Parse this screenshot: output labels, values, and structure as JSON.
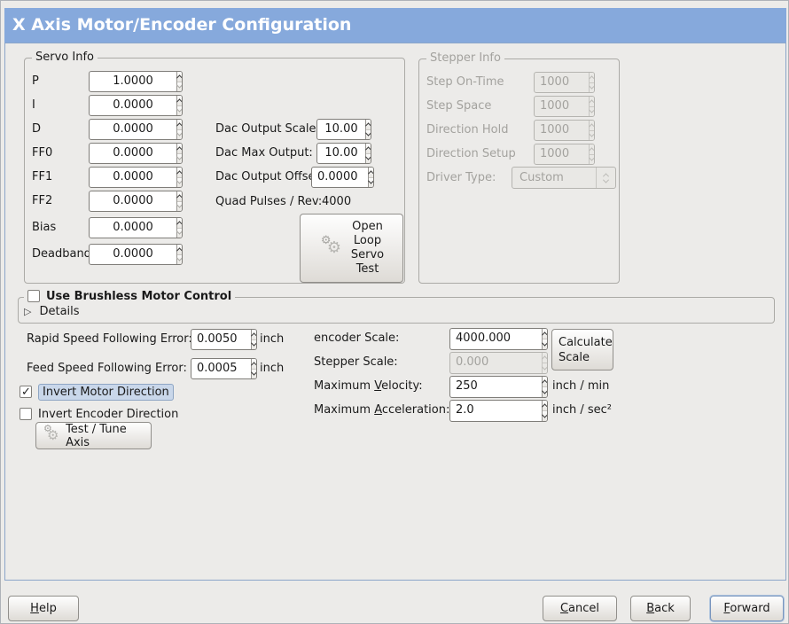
{
  "title": "X Axis Motor/Encoder Configuration",
  "colors": {
    "title_bar": "#86A9DC",
    "selection_highlight": "#C9D7EA",
    "content_border": "#8CA6CA"
  },
  "icons": {
    "gear": "⚙",
    "expander_collapsed": "▷",
    "check": "✓"
  },
  "servo_info": {
    "legend": "Servo Info",
    "rows": [
      {
        "label": "P",
        "value": "1.0000"
      },
      {
        "label": "I",
        "value": "0.0000"
      },
      {
        "label": "D",
        "value": "0.0000"
      },
      {
        "label": "FF0",
        "value": "0.0000"
      },
      {
        "label": "FF1",
        "value": "0.0000"
      },
      {
        "label": "FF2",
        "value": "0.0000"
      },
      {
        "label": "Bias",
        "value": "0.0000"
      },
      {
        "label": "Deadband",
        "value": "0.0000"
      }
    ]
  },
  "dac": {
    "rows": [
      {
        "label": "Dac Output Scale:",
        "value": "10.00"
      },
      {
        "label": "Dac Max Output:",
        "value": "10.00"
      },
      {
        "label": "Dac Output Offset:",
        "value": "0.0000"
      }
    ],
    "quad_label": "Quad Pulses / Rev:",
    "quad_value": "4000",
    "open_loop_lines": [
      "Open",
      "Loop",
      "Servo",
      "Test"
    ]
  },
  "stepper_info": {
    "legend": "Stepper Info",
    "rows": [
      {
        "label": "Step On-Time",
        "value": "1000"
      },
      {
        "label": "Step Space",
        "value": "1000"
      },
      {
        "label": "Direction Hold",
        "value": "1000"
      },
      {
        "label": "Direction Setup",
        "value": "1000"
      }
    ],
    "driver_label": "Driver Type:",
    "driver_value": "Custom"
  },
  "brushless": {
    "label": "Use Brushless Motor Control",
    "details_label": "Details"
  },
  "following": {
    "rapid_label": "Rapid Speed Following Error:",
    "rapid_value": "0.0050",
    "rapid_unit": "inch",
    "feed_label": "Feed Speed Following Error:",
    "feed_value": "0.0005",
    "feed_unit": "inch"
  },
  "options": {
    "invert_motor_label": "Invert Motor Direction",
    "invert_encoder_label": "Invert Encoder Direction",
    "test_tune_label": "Test / Tune Axis"
  },
  "scale": {
    "encoder_label": "encoder Scale:",
    "encoder_value": "4000.000",
    "calculate_lines": [
      "Calculate",
      "Scale"
    ],
    "stepper_label": "Stepper Scale:",
    "stepper_value": "0.000",
    "velocity_pre": "Maximum ",
    "velocity_mn": "V",
    "velocity_post": "elocity:",
    "velocity_value": "250",
    "velocity_unit": "inch / min",
    "accel_pre": "Maximum ",
    "accel_mn": "A",
    "accel_post": "cceleration:",
    "accel_value": "2.0",
    "accel_unit": "inch / sec²"
  },
  "footer": {
    "help_mn": "H",
    "help_post": "elp",
    "cancel_mn": "C",
    "cancel_post": "ancel",
    "back_mn": "B",
    "back_post": "ack",
    "forward_mn": "F",
    "forward_post": "orward"
  }
}
